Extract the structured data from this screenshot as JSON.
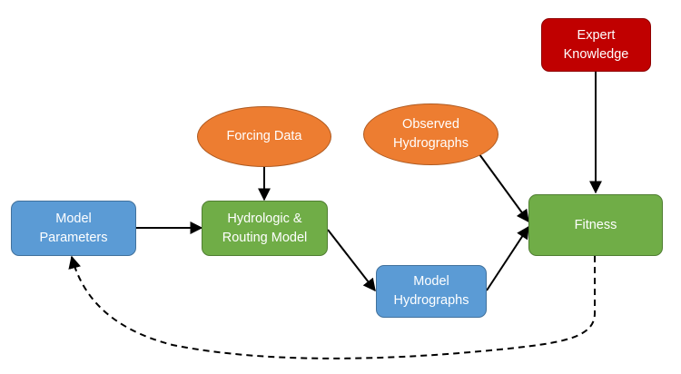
{
  "nodes": {
    "model_parameters": {
      "label": "Model\nParameters",
      "color": "#5b9bd5"
    },
    "hydrologic_model": {
      "label": "Hydrologic &\nRouting Model",
      "color": "#70ad47"
    },
    "forcing_data": {
      "label": "Forcing Data",
      "color": "#ed7d31"
    },
    "observed_hydrographs": {
      "label": "Observed\nHydrographs",
      "color": "#ed7d31"
    },
    "model_hydrographs": {
      "label": "Model\nHydrographs",
      "color": "#5b9bd5"
    },
    "fitness": {
      "label": "Fitness",
      "color": "#70ad47"
    },
    "expert_knowledge": {
      "label": "Expert\nKnowledge",
      "color": "#c00000"
    }
  },
  "edges": [
    {
      "from": "model_parameters",
      "to": "hydrologic_model",
      "style": "solid"
    },
    {
      "from": "forcing_data",
      "to": "hydrologic_model",
      "style": "solid"
    },
    {
      "from": "hydrologic_model",
      "to": "model_hydrographs",
      "style": "solid"
    },
    {
      "from": "model_hydrographs",
      "to": "fitness",
      "style": "solid"
    },
    {
      "from": "observed_hydrographs",
      "to": "fitness",
      "style": "solid"
    },
    {
      "from": "expert_knowledge",
      "to": "fitness",
      "style": "solid"
    },
    {
      "from": "fitness",
      "to": "model_parameters",
      "style": "dashed"
    }
  ]
}
